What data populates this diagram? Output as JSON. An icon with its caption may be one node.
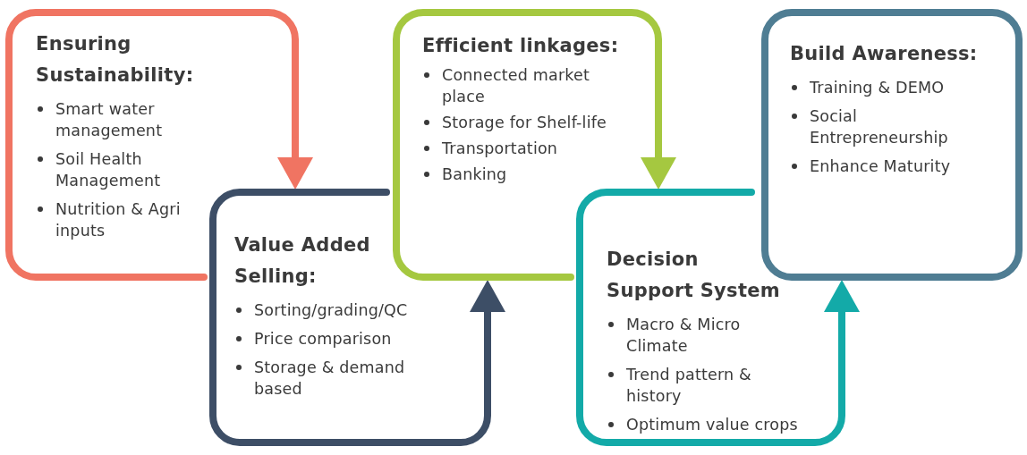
{
  "diagram": {
    "nodes": [
      {
        "text": [
          "Ensuring Sustainability:",
          "Smart water management",
          "Soil Health Management",
          "Nutrition & Agri inputs"
        ]
      },
      {
        "text": [
          "Value Added Selling:",
          "Sorting/grading/QC",
          "Price comparison",
          "Storage & demand based"
        ]
      },
      {
        "text": [
          "Efficient linkages:",
          "Connected market place",
          "Storage for Shelf-life",
          "Transportation",
          "Banking"
        ]
      },
      {
        "text": [
          "Decision Support System",
          "Macro & Micro Climate",
          "Trend pattern & history",
          "Optimum value crops"
        ]
      },
      {
        "text": [
          "Build Awareness:",
          "Training & DEMO",
          "Social Entrepreneurship",
          "Enhance Maturity"
        ]
      }
    ],
    "edges": [
      {
        "from": 0,
        "to": 1,
        "arrow": "to",
        "color": "#f07462"
      },
      {
        "from": 1,
        "to": 2,
        "arrow": "to",
        "color": "#3d4e66"
      },
      {
        "from": 2,
        "to": 3,
        "arrow": "to",
        "color": "#a5c840"
      },
      {
        "from": 3,
        "to": 4,
        "arrow": "to",
        "color": "#13aaa8"
      }
    ]
  }
}
